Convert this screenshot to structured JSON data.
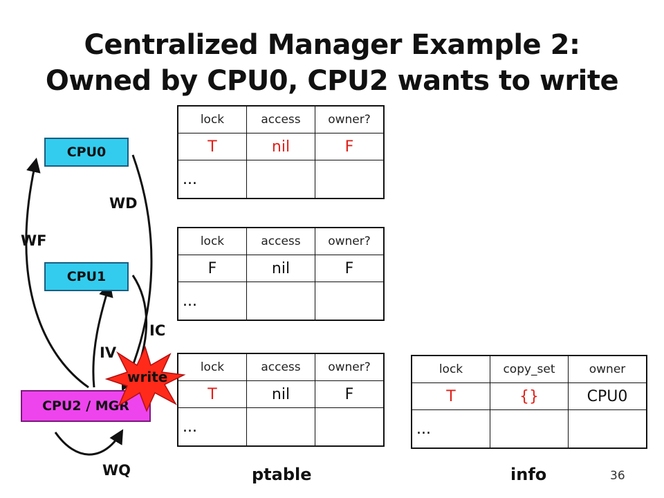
{
  "title": {
    "line1": "Centralized Manager Example 2:",
    "line2": "Owned by CPU0, CPU2 wants to write"
  },
  "nodes": {
    "cpu0": "CPU0",
    "cpu1": "CPU1",
    "cpu2": "CPU2 / MGR"
  },
  "edge_labels": {
    "wd": "WD",
    "wf": "WF",
    "ic": "IC",
    "iv": "IV",
    "wq": "WQ"
  },
  "write_burst": "write",
  "ptables": [
    {
      "headers": [
        "lock",
        "access",
        "owner?"
      ],
      "row": [
        "T",
        "nil",
        "F"
      ],
      "row_colors": [
        "red",
        "red",
        "red"
      ],
      "ellipsis": "..."
    },
    {
      "headers": [
        "lock",
        "access",
        "owner?"
      ],
      "row": [
        "F",
        "nil",
        "F"
      ],
      "row_colors": [
        "black",
        "black",
        "black"
      ],
      "ellipsis": "..."
    },
    {
      "headers": [
        "lock",
        "access",
        "owner?"
      ],
      "row": [
        "T",
        "nil",
        "F"
      ],
      "row_colors": [
        "red",
        "black",
        "black"
      ],
      "ellipsis": "..."
    }
  ],
  "info_table": {
    "headers": [
      "lock",
      "copy_set",
      "owner"
    ],
    "row": [
      "T",
      "{}",
      "CPU0"
    ],
    "row_colors": [
      "red",
      "red",
      "black"
    ],
    "ellipsis": "..."
  },
  "footer": {
    "ptable": "ptable",
    "info": "info",
    "page_number": "36"
  },
  "colors": {
    "cpu_box": "#33ccee",
    "mgr_box": "#ee44ee",
    "burst": "#ff2a1a",
    "highlight_text": "#e0201a"
  }
}
